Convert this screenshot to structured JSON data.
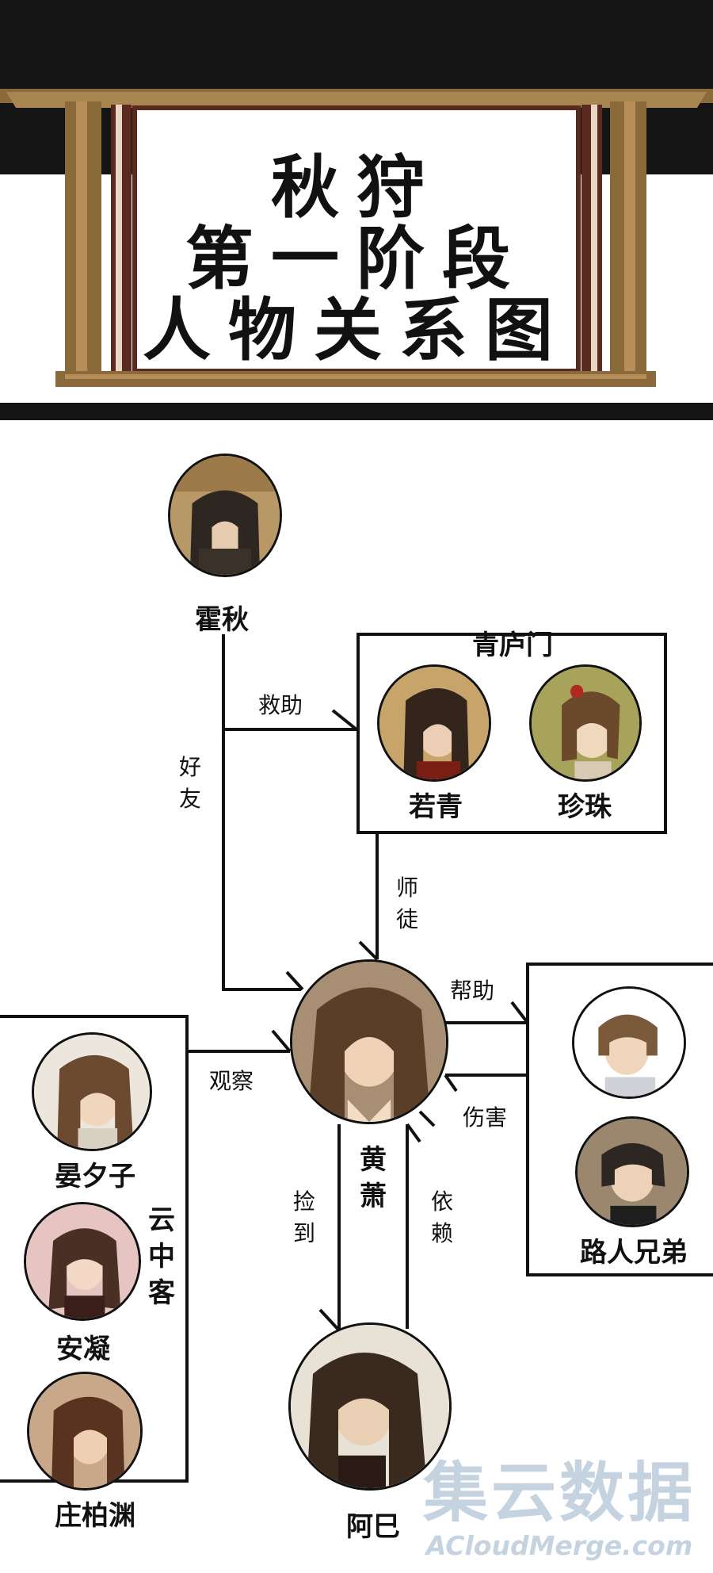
{
  "banner": {
    "title_lines": [
      "秋狩",
      "第一阶段",
      "人物关系图"
    ]
  },
  "groups": {
    "qinglu": "青庐门",
    "yunzhong": "云中客"
  },
  "characters": {
    "huoqiu": "霍秋",
    "ruoqing": "若青",
    "zhenzhu": "珍珠",
    "huangxiao": "黄萧",
    "yanxizi": "晏夕子",
    "anning": "安凝",
    "zhuangboyuan": "庄柏渊",
    "luren": "路人兄弟",
    "aba": "阿巳"
  },
  "relations": {
    "jiuzhu": "救助",
    "haoyou": "好友",
    "shitu": "师徒",
    "bangzhu": "帮助",
    "shanghai": "伤害",
    "guancha": "观察",
    "jiandao": "捡到",
    "yilai": "依赖"
  },
  "watermark": {
    "cn": "集云数据",
    "en": "ACloudMerge.com"
  },
  "colors": {
    "banner_wood": "#8a6a3a",
    "banner_dark": "#141414",
    "scroll_paper": "#ffffff",
    "line": "#111111"
  }
}
